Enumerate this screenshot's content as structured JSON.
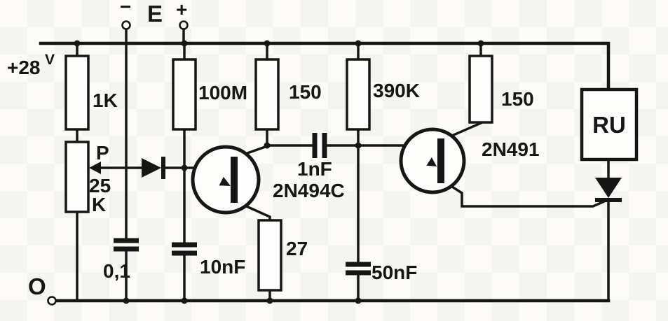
{
  "diagram": {
    "kind": "analog-circuit-schematic",
    "colors": {
      "ink": "#161616",
      "paper": "#fcfbf7"
    },
    "supply": {
      "terminal_label": "E",
      "minus_sign": "−",
      "plus_sign": "+",
      "voltage": "+28",
      "voltage_unit": "V",
      "output_label": "O"
    },
    "resistors": {
      "r1": "1K",
      "r2": "100M",
      "r3": "150",
      "r4": "390K",
      "r5": "150",
      "r6": "27"
    },
    "potentiometer": {
      "name": "P",
      "value_top": "25",
      "value_bottom": "K"
    },
    "capacitors": {
      "c1": "0,1",
      "c2": "10nF",
      "c3": "1nF",
      "c4": "50nF"
    },
    "semiconductors": {
      "q1": "2N494C",
      "q2": "2N491"
    },
    "relay": {
      "label": "RU"
    }
  }
}
